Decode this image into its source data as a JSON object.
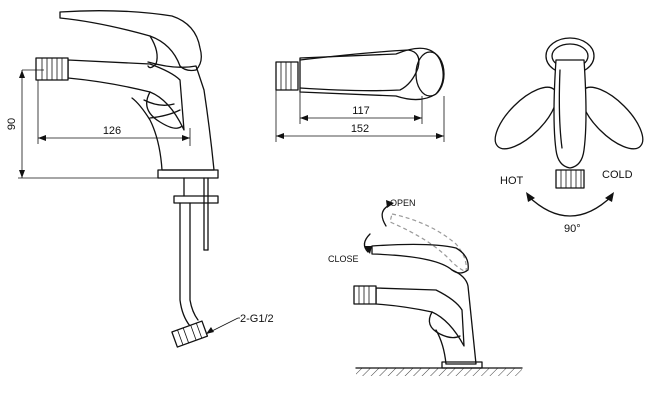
{
  "dimensions": {
    "height": "90",
    "spout_reach": "126",
    "handle_length": "117",
    "overall_length": "152",
    "rotation_angle": "90°",
    "connection": "2-G1/2"
  },
  "labels": {
    "hot": "HOT",
    "cold": "COLD",
    "open": "OPEN",
    "close": "CLOSE"
  }
}
